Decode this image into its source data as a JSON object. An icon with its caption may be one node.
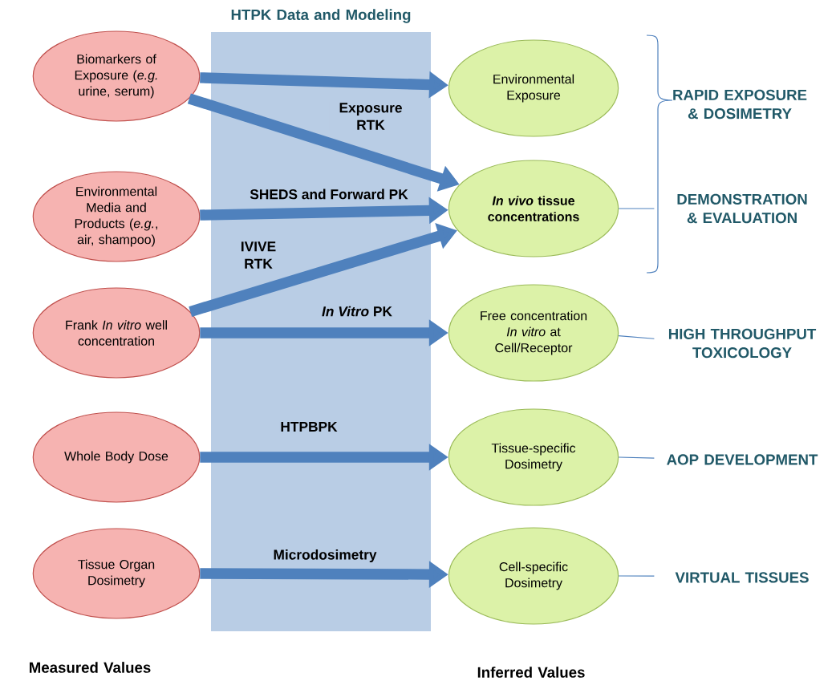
{
  "diagram": {
    "nodes": [
      {
        "text": [
          "Biomarkers of Exposure (*e.g.* urine, serum)"
        ]
      },
      {
        "text": [
          "Environmental Media and Products (*e.g.*, air, shampoo)"
        ]
      },
      {
        "text": [
          "Frank *In vitro* well concentration"
        ]
      },
      {
        "text": [
          "Whole Body Dose"
        ]
      },
      {
        "text": [
          "Tissue Organ Dosimetry"
        ]
      },
      {
        "text": [
          "Environmental Exposure"
        ]
      },
      {
        "text": [
          "*In vivo* tissue concentrations"
        ]
      },
      {
        "text": [
          "Free concentration *In vitro* at Cell/Receptor"
        ]
      },
      {
        "text": [
          "Tissue-specific Dosimetry"
        ]
      },
      {
        "text": [
          "Cell-specific Dosimetry"
        ]
      },
      {
        "text": [
          "DEMONSTRATION & EVALUATION"
        ]
      },
      {
        "text": [
          "HIGH THROUGHPUT TOXICOLOGY"
        ]
      },
      {
        "text": [
          "AOP DEVELOPMENT"
        ]
      },
      {
        "text": [
          "VIRTUAL TISSUES"
        ]
      }
    ],
    "edges": [
      {
        "from": 0,
        "to": 5,
        "arrow": "to"
      },
      {
        "from": 0,
        "to": 6,
        "arrow": "to",
        "label": "Exposure RTK"
      },
      {
        "from": 1,
        "to": 6,
        "arrow": "to",
        "label": "SHEDS and Forward PK"
      },
      {
        "from": 2,
        "to": 6,
        "arrow": "to",
        "label": "IVIVE RTK"
      },
      {
        "from": 2,
        "to": 7,
        "arrow": "to",
        "label": "*In Vitro* PK"
      },
      {
        "from": 3,
        "to": 8,
        "arrow": "to",
        "label": "HTPBPK"
      },
      {
        "from": 4,
        "to": 9,
        "arrow": "to",
        "label": "Microdosimetry"
      },
      {
        "from": 6,
        "to": 10,
        "arrow": "none"
      },
      {
        "from": 7,
        "to": 11,
        "arrow": "none"
      },
      {
        "from": 8,
        "to": 12,
        "arrow": "none"
      },
      {
        "from": 9,
        "to": 13,
        "arrow": "none"
      }
    ],
    "labels": [
      "HTPK Data and Modeling",
      "RAPID EXPOSURE & DOSIMETRY",
      "Measured Values",
      "Inferred Values"
    ]
  }
}
